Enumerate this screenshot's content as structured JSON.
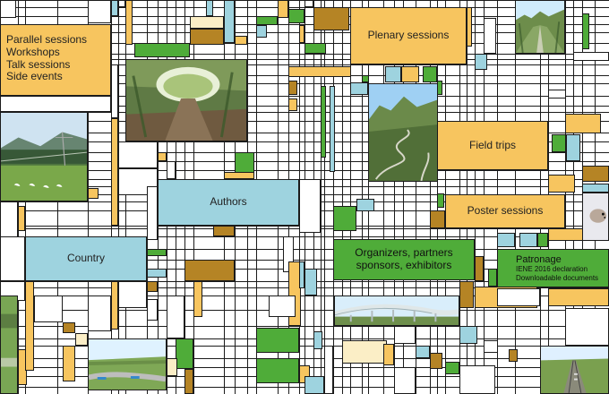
{
  "palette": {
    "yellow": "#f7c55f",
    "blue": "#9ed3df",
    "green": "#4fac39",
    "brown": "#b58425",
    "cream": "#fbeec6",
    "white": "#ffffff",
    "border": "#1b1b1b"
  },
  "nav": {
    "sessions": "Parallel sessions\nWorkshops\nTalk sessions\nSide events",
    "plenary": "Plenary sessions",
    "field_trips": "Field trips",
    "authors": "Authors",
    "poster": "Poster sessions",
    "country": "Country",
    "organizers": "Organizers, partners\nsponsors, exhibitors",
    "patronage": {
      "title": "Patronage",
      "line1": "IENE 2016 declaration",
      "line2": "Downloadable documents"
    }
  },
  "photos": [
    {
      "id": "meadow-powerline",
      "icon": "photo-meadow-powerline-icon"
    },
    {
      "id": "tunnel-underpass",
      "icon": "photo-tunnel-underpass-icon"
    },
    {
      "id": "mountain-road",
      "icon": "photo-mountain-road-icon"
    },
    {
      "id": "overpass-green-bridge",
      "icon": "photo-overpass-icon"
    },
    {
      "id": "forest-corridor",
      "icon": "photo-forest-corridor-icon"
    },
    {
      "id": "highway-landscape",
      "icon": "photo-highway-icon"
    },
    {
      "id": "railway-tracks",
      "icon": "photo-railway-icon"
    },
    {
      "id": "train-landscape",
      "icon": "photo-train-icon"
    },
    {
      "id": "small-animal",
      "icon": "photo-animal-icon"
    }
  ]
}
